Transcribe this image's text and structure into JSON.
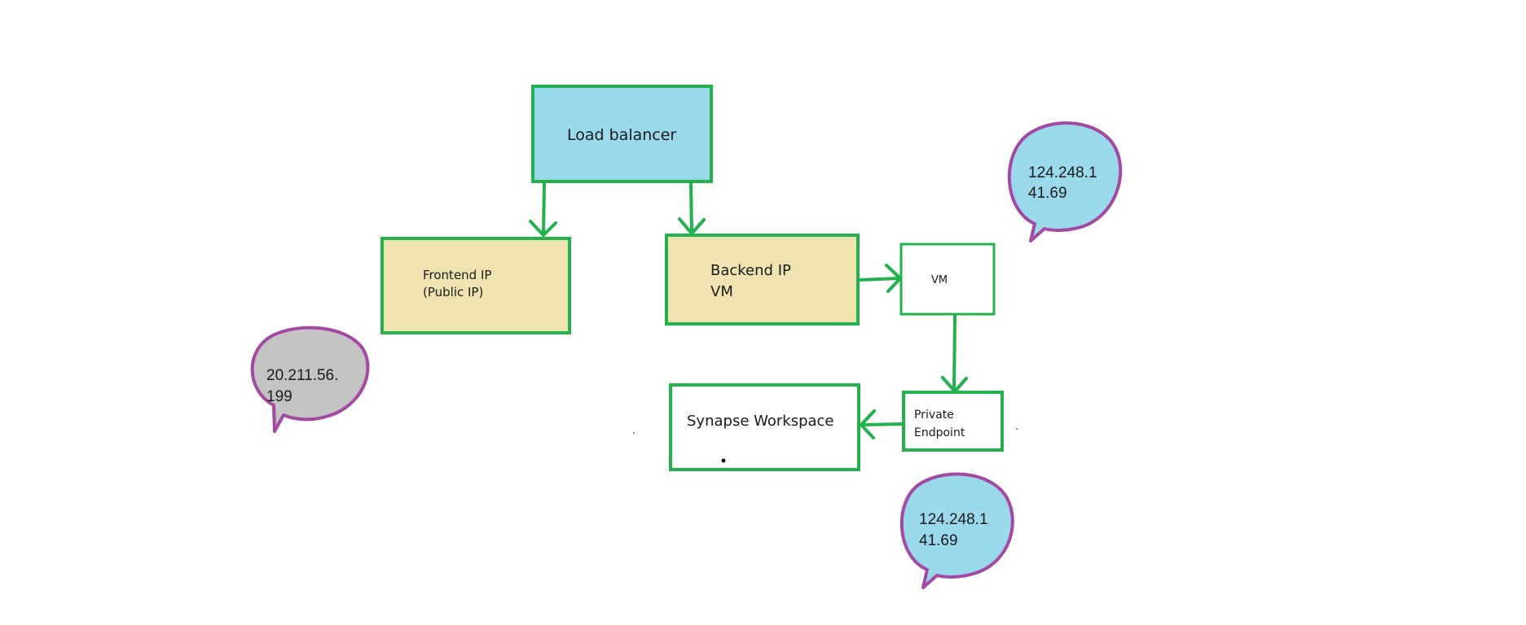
{
  "colors": {
    "green": "#22b14c",
    "blue": "#99d9ea",
    "tan": "#efe4b0",
    "purple": "#a349a4",
    "gray": "#c3c3c3",
    "white": "#ffffff"
  },
  "nodes": {
    "load_balancer": {
      "label": "Load balancer"
    },
    "frontend_ip": {
      "line1": "Frontend IP",
      "line2": "(Public IP)"
    },
    "backend_ip": {
      "line1": "Backend IP",
      "line2": "VM"
    },
    "vm": {
      "label": "VM"
    },
    "private_endpoint": {
      "line1": "Private",
      "line2": "Endpoint"
    },
    "synapse": {
      "label": "Synapse Workspace"
    }
  },
  "bubbles": {
    "public_ip": {
      "line1": "20.211.56.",
      "line2": "199"
    },
    "vm_ip": {
      "line1": "124.248.1",
      "line2": "41.69"
    },
    "endpoint_ip": {
      "line1": "124.248.1",
      "line2": "41.69"
    }
  }
}
